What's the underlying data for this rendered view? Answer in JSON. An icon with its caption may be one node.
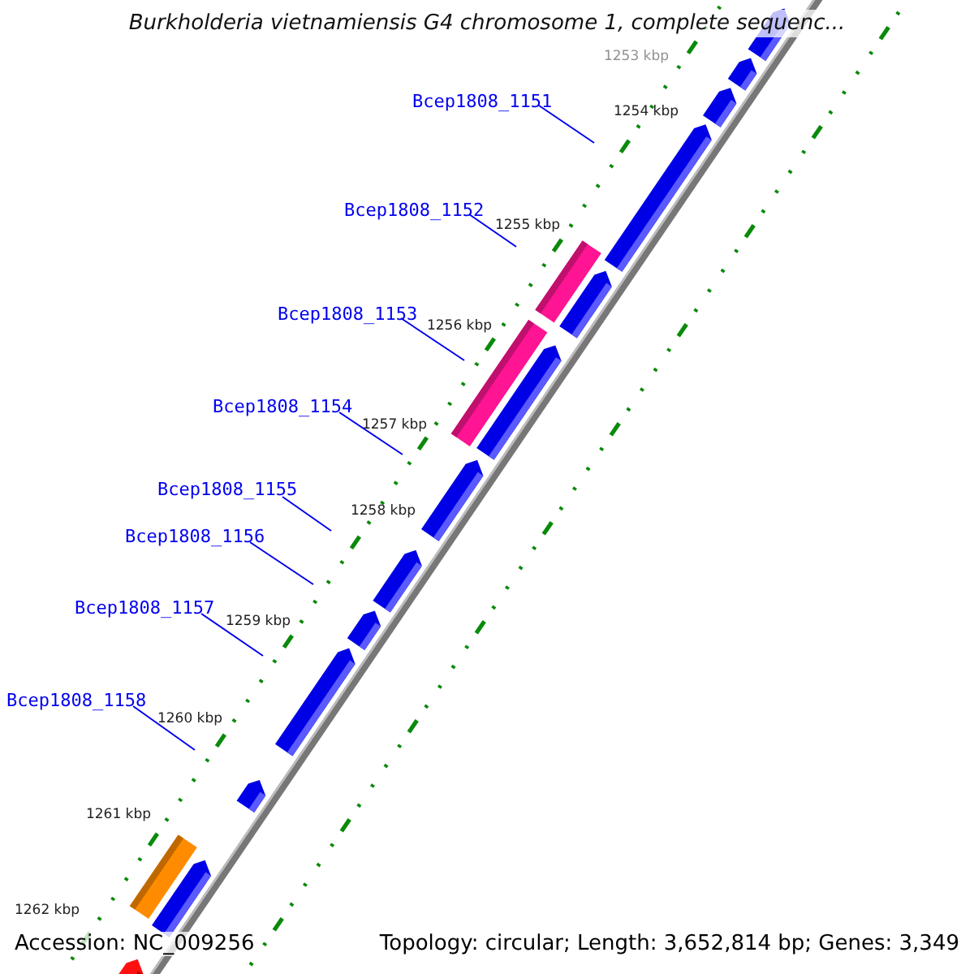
{
  "diagram": {
    "title": "Burkholderia vietnamiensis G4 chromosome 1, complete sequenc...",
    "nodes": [
      {
        "text": [
          "Bcep1808_1151"
        ]
      },
      {
        "text": [
          "Bcep1808_1152"
        ]
      },
      {
        "text": [
          "Bcep1808_1153"
        ]
      },
      {
        "text": [
          "Bcep1808_1154"
        ]
      },
      {
        "text": [
          "Bcep1808_1155"
        ]
      },
      {
        "text": [
          "Bcep1808_1156"
        ]
      },
      {
        "text": [
          "Bcep1808_1157"
        ]
      },
      {
        "text": [
          "Bcep1808_1158"
        ]
      }
    ],
    "edges": [
      {
        "from": 0,
        "to": null,
        "arrow": "none"
      },
      {
        "from": 1,
        "to": null,
        "arrow": "none"
      },
      {
        "from": 2,
        "to": null,
        "arrow": "none"
      },
      {
        "from": 3,
        "to": null,
        "arrow": "none"
      },
      {
        "from": 4,
        "to": null,
        "arrow": "none"
      },
      {
        "from": 5,
        "to": null,
        "arrow": "none"
      },
      {
        "from": 6,
        "to": null,
        "arrow": "none"
      },
      {
        "from": 7,
        "to": null,
        "arrow": "none"
      }
    ],
    "labels": [
      "1253 kbp",
      "1254 kbp",
      "1255 kbp",
      "1256 kbp",
      "1257 kbp",
      "1258 kbp",
      "1259 kbp",
      "1260 kbp",
      "1261 kbp",
      "1262 kbp",
      "Accession: NC_009256",
      "Topology: circular; Length: 3,652,814 bp; Genes: 3,349"
    ]
  }
}
